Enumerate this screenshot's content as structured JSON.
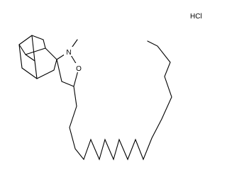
{
  "molecule": {
    "salt_label": "HCl",
    "atoms": {
      "nitrogen": "N",
      "oxygen": "O"
    }
  }
}
